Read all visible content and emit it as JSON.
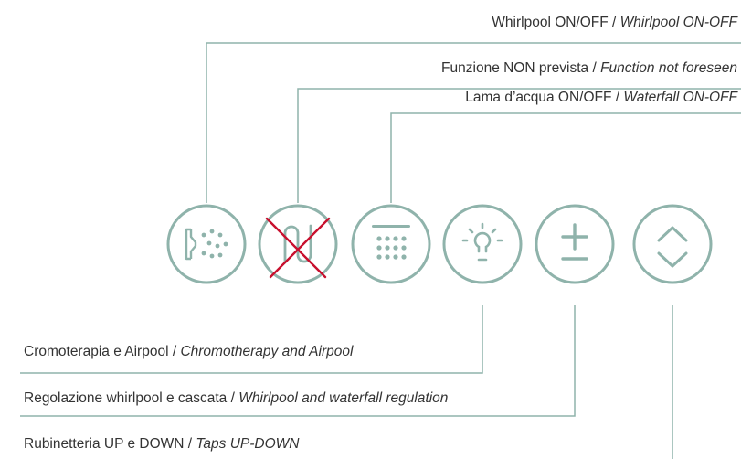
{
  "accent_color": "#8fb3ab",
  "cross_color": "#c8102e",
  "separator": " / ",
  "labels": {
    "whirlpool": {
      "it": "Whirlpool ON/OFF",
      "en": "Whirlpool ON-OFF"
    },
    "not_foreseen": {
      "it": "Funzione NON prevista",
      "en": "Function not foreseen"
    },
    "waterfall": {
      "it": "Lama d’acqua ON/OFF",
      "en": "Waterfall ON-OFF"
    },
    "chromotherapy": {
      "it": "Cromoterapia e Airpool",
      "en": "Chromotherapy and Airpool"
    },
    "regulation": {
      "it": "Regolazione whirlpool e cascata",
      "en": "Whirlpool and waterfall regulation"
    },
    "taps": {
      "it": "Rubinetteria UP e DOWN",
      "en": "Taps UP-DOWN"
    }
  },
  "buttons": [
    {
      "icon": "whirlpool-jet-icon"
    },
    {
      "icon": "function-not-foreseen-icon",
      "disabled": true
    },
    {
      "icon": "waterfall-icon"
    },
    {
      "icon": "light-bulb-icon"
    },
    {
      "icon": "plus-minus-icon"
    },
    {
      "icon": "chevron-up-down-icon"
    }
  ]
}
